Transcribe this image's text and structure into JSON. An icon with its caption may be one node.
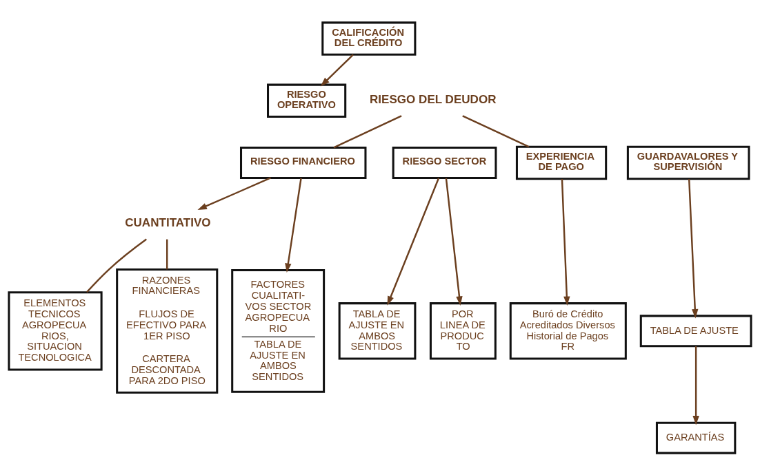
{
  "diagram": {
    "nodes": [
      {
        "text": [
          "CALIFICACIÓN DEL CRÉDITO"
        ]
      },
      {
        "text": [
          "RIESGO OPERATIVO"
        ]
      },
      {
        "text": [
          "RIESGO DEL DEUDOR"
        ]
      },
      {
        "text": [
          "RIESGO FINANCIERO"
        ]
      },
      {
        "text": [
          "RIESGO SECTOR"
        ]
      },
      {
        "text": [
          "EXPERIENCIA DE PAGO"
        ]
      },
      {
        "text": [
          "GUARDAVALORES Y SUPERVISIÓN"
        ]
      },
      {
        "text": [
          "CUANTITATIVO"
        ]
      },
      {
        "text": [
          "RAZONES FINANCIERAS",
          "FLUJOS DE EFECTIVO PARA 1ER PISO",
          "CARTERA DESCONTADA PARA 2DO PISO"
        ]
      },
      {
        "text": [
          "ELEMENTOS TECNICOS AGROPECUA RIOS, SITUACION TECNOLOGICA"
        ]
      },
      {
        "text": [
          "FACTORES CUALITATI- VOS SECTOR AGROPECUA RIO",
          "TABLA DE AJUSTE EN AMBOS SENTIDOS"
        ]
      },
      {
        "text": [
          "POR LINEA DE PRODUC TO"
        ]
      },
      {
        "text": [
          "TABLA DE AJUSTE EN AMBOS SENTIDOS"
        ]
      },
      {
        "text": [
          "Buró de Crédito Acreditados Diversos Historial de Pagos FR"
        ]
      },
      {
        "text": [
          "TABLA DE AJUSTE"
        ]
      },
      {
        "text": [
          "GARANTÍAS"
        ]
      }
    ],
    "edges": [
      {
        "from": 0,
        "to": 1,
        "arrow": "to"
      },
      {
        "from": 2,
        "to": 3,
        "arrow": "none"
      },
      {
        "from": 2,
        "to": 5,
        "arrow": "none"
      },
      {
        "from": 3,
        "to": 7,
        "arrow": "to"
      },
      {
        "from": 7,
        "to": 8,
        "arrow": "none"
      },
      {
        "from": 7,
        "to": 9,
        "arrow": "none"
      },
      {
        "from": 3,
        "to": 10,
        "arrow": "to"
      },
      {
        "from": 4,
        "to": 11,
        "arrow": "to"
      },
      {
        "from": 4,
        "to": 12,
        "arrow": "to"
      },
      {
        "from": 5,
        "to": 13,
        "arrow": "to"
      },
      {
        "from": 6,
        "to": 14,
        "arrow": "to"
      },
      {
        "from": 14,
        "to": 15,
        "arrow": "to"
      }
    ]
  }
}
